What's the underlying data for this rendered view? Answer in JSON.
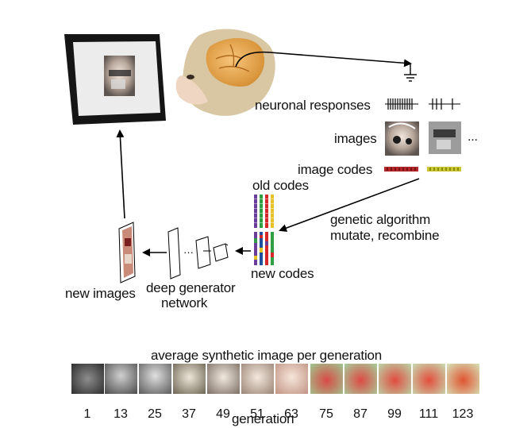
{
  "labels": {
    "neuronal_responses": "neuronal responses",
    "images": "images",
    "ellipsis": "...",
    "image_codes": "image codes",
    "old_codes": "old codes",
    "genetic_algorithm_line1": "genetic algorithm",
    "genetic_algorithm_line2": "mutate, recombine",
    "new_codes": "new codes",
    "new_images": "new images",
    "deep_generator_line1": "deep generator",
    "deep_generator_line2": "network",
    "generations_title": "average synthetic image per generation",
    "generation_axis": "generation"
  },
  "generations": [
    "1",
    "13",
    "25",
    "37",
    "49",
    "51",
    "63",
    "75",
    "87",
    "99",
    "111",
    "123"
  ],
  "colors": {
    "arrow": "#000000",
    "image_code_red": "#b3272a",
    "image_code_yellow": "#c9c631",
    "code_purple": "#6a3d9a",
    "code_green": "#2f9e44",
    "code_red": "#d62728",
    "code_yellow": "#e6c229",
    "code_blue": "#1f4e9c"
  },
  "icons": [
    "monitor-icon",
    "monkey-brain-icon",
    "electrode-ground-icon",
    "generator-network-icon"
  ]
}
